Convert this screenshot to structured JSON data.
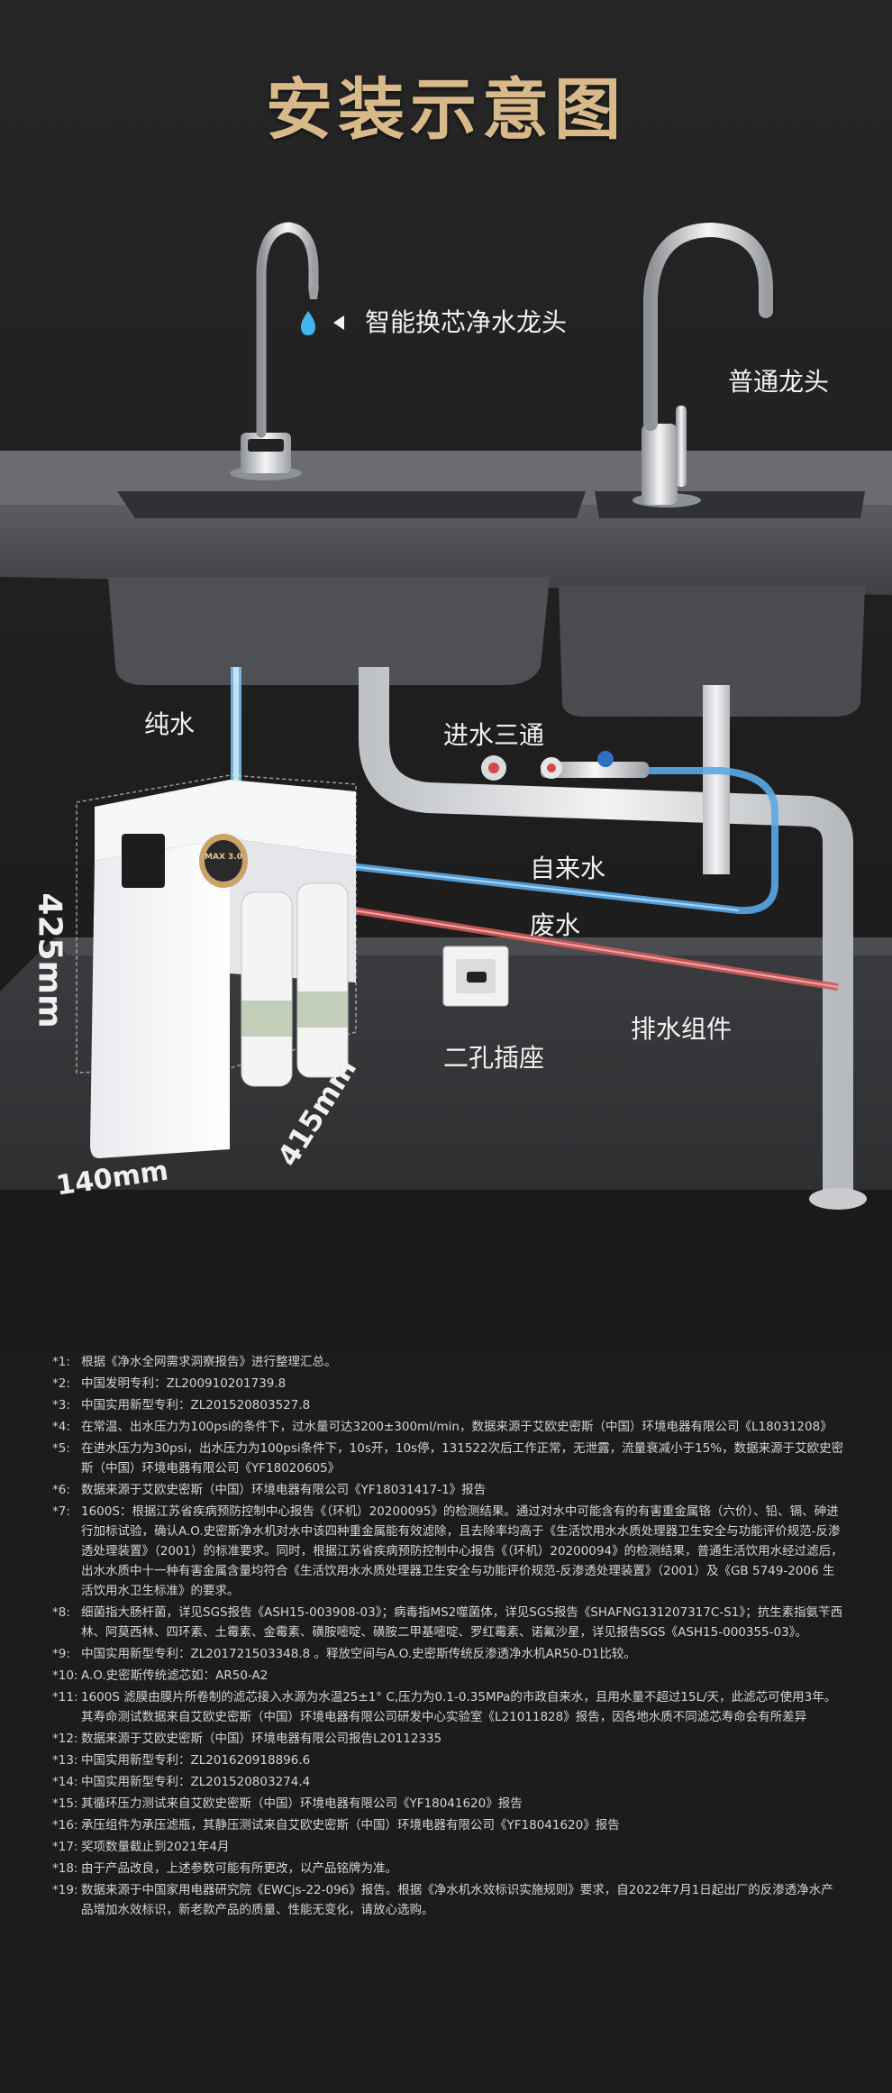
{
  "title": "安装示意图",
  "labels": {
    "smart_tap": "智能换芯净水龙头",
    "normal_tap": "普通龙头",
    "pure_water": "纯水",
    "inlet_tee": "进水三通",
    "tap_water": "自来水",
    "waste_water": "废水",
    "drain_assembly": "排水组件",
    "socket": "二孔插座",
    "height_dim": "425mm",
    "depth_dim": "415mm",
    "width_dim": "140mm",
    "brand_badge": "MAX 3.0"
  },
  "colors": {
    "title_gold": "#d7b98a",
    "pure_water_line": "#7fc6f5",
    "tap_water_line": "#5aa9e6",
    "waste_water_line": "#d05a5a"
  },
  "notes": [
    {
      "num": "*1:",
      "text": "根据《净水全网需求洞察报告》进行整理汇总。"
    },
    {
      "num": "*2:",
      "text": "中国发明专利：ZL200910201739.8"
    },
    {
      "num": "*3:",
      "text": "中国实用新型专利：ZL201520803527.8"
    },
    {
      "num": "*4:",
      "text": "在常温、出水压力为100psi的条件下，过水量可达3200±300ml/min，数据来源于艾欧史密斯（中国）环境电器有限公司《L18031208》"
    },
    {
      "num": "*5:",
      "text": "在进水压力为30psi，出水压力为100psi条件下，10s开，10s停，131522次后工作正常，无泄露，流量衰减小于15%，数据来源于艾欧史密斯（中国）环境电器有限公司《YF18020605》"
    },
    {
      "num": "*6:",
      "text": "数据来源于艾欧史密斯（中国）环境电器有限公司《YF18031417-1》报告"
    },
    {
      "num": "*7:",
      "text": "1600S：根据江苏省疾病预防控制中心报告《（环机）20200095》的检测结果。通过对水中可能含有的有害重金属铬（六价）、铅、镉、砷进行加标试验，确认A.O.史密斯净水机对水中该四种重金属能有效滤除，且去除率均高于《生活饮用水水质处理器卫生安全与功能评价规范-反渗透处理装置》（2001）的标准要求。同时，根据江苏省疾病预防控制中心报告《（环机）20200094》的检测结果，普通生活饮用水经过滤后，出水水质中十一种有害金属含量均符合《生活饮用水水质处理器卫生安全与功能评价规范-反渗透处理装置》（2001）及《GB 5749-2006 生活饮用水卫生标准》的要求。"
    },
    {
      "num": "*8:",
      "text": "细菌指大肠杆菌，详见SGS报告《ASH15-003908-03》；病毒指MS2噬菌体，详见SGS报告《SHAFNG131207317C-S1》；抗生素指氨苄西林、阿莫西林、四环素、土霉素、金霉素、磺胺嘧啶、磺胺二甲基嘧啶、罗红霉素、诺氟沙星，详见报告SGS《ASH15-000355-03》。"
    },
    {
      "num": "*9:",
      "text": "中国实用新型专利：ZL201721503348.8 。释放空间与A.O.史密斯传统反渗透净水机AR50-D1比较。"
    },
    {
      "num": "*10:",
      "text": "A.O.史密斯传统滤芯如：AR50-A2"
    },
    {
      "num": "*11:",
      "text": "1600S 滤膜由膜片所卷制的滤芯接入水源为水温25±1° C,压力为0.1-0.35MPa的市政自来水，且用水量不超过15L/天，此滤芯可使用3年。其寿命测试数据来自艾欧史密斯（中国）环境电器有限公司研发中心实验室《L21011828》报告，因各地水质不同滤芯寿命会有所差异"
    },
    {
      "num": "*12:",
      "text": "数据来源于艾欧史密斯（中国）环境电器有限公司报告L20112335"
    },
    {
      "num": "*13:",
      "text": "中国实用新型专利：ZL201620918896.6"
    },
    {
      "num": "*14:",
      "text": "中国实用新型专利：ZL201520803274.4"
    },
    {
      "num": "*15:",
      "text": "其循环压力测试来自艾欧史密斯（中国）环境电器有限公司《YF18041620》报告"
    },
    {
      "num": "*16:",
      "text": "承压组件为承压滤瓶，其静压测试来自艾欧史密斯（中国）环境电器有限公司《YF18041620》报告"
    },
    {
      "num": "*17:",
      "text": "奖项数量截止到2021年4月"
    },
    {
      "num": "*18:",
      "text": "由于产品改良，上述参数可能有所更改，以产品铭牌为准。"
    },
    {
      "num": "*19:",
      "text": "数据来源于中国家用电器研究院《EWCjs-22-096》报告。根据《净水机水效标识实施规则》要求，自2022年7月1日起出厂的反渗透净水产品增加水效标识，新老款产品的质量、性能无变化，请放心选购。"
    }
  ]
}
